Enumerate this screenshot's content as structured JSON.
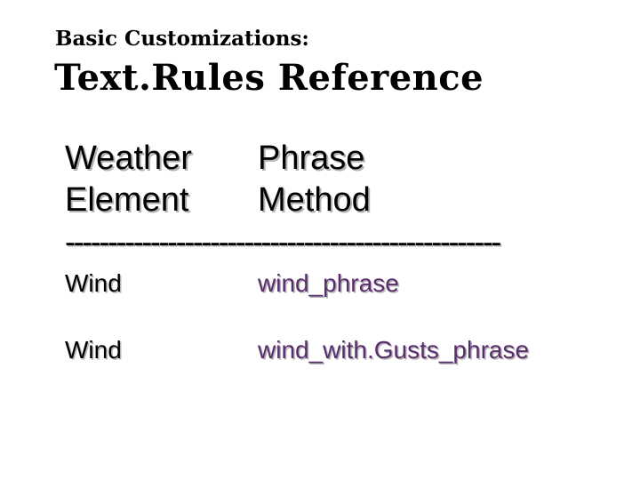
{
  "header": {
    "subtitle": "Basic Customizations:",
    "title": "Text.Rules Reference"
  },
  "table": {
    "columns": [
      {
        "line1": "Weather",
        "line2": "Element"
      },
      {
        "line1": "Phrase",
        "line2": "Method"
      }
    ],
    "divider": "---------------------------------------------------",
    "rows": [
      {
        "element": "Wind",
        "method": "wind_phrase"
      },
      {
        "element": "Wind",
        "method": "wind_with.Gusts_phrase"
      }
    ]
  },
  "colors": {
    "text": "#000000",
    "method_text": "#5a2d6e",
    "shadow": "#b3b3b3",
    "background": "#ffffff"
  }
}
